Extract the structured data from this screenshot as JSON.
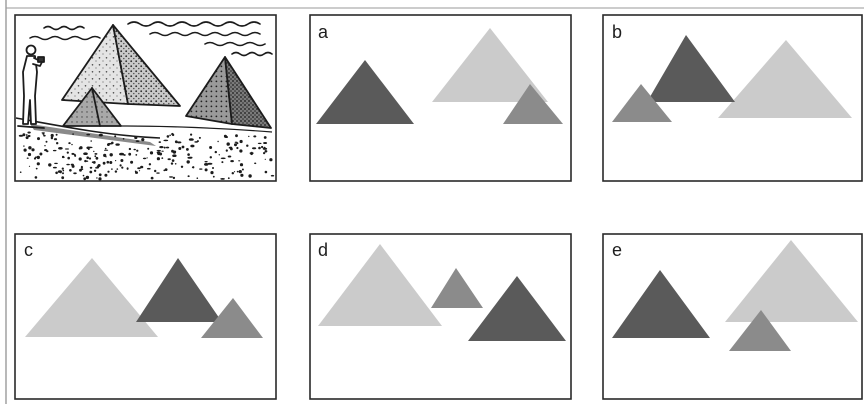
{
  "options": [
    {
      "label": "a"
    },
    {
      "label": "b"
    },
    {
      "label": "c"
    },
    {
      "label": "d"
    },
    {
      "label": "e"
    }
  ],
  "colors": {
    "dark": "#5a5a5a",
    "medium": "#8b8b8b",
    "light": "#cbcbcb",
    "ink": "#1c1c1c",
    "frame": "#2a2a2a"
  }
}
